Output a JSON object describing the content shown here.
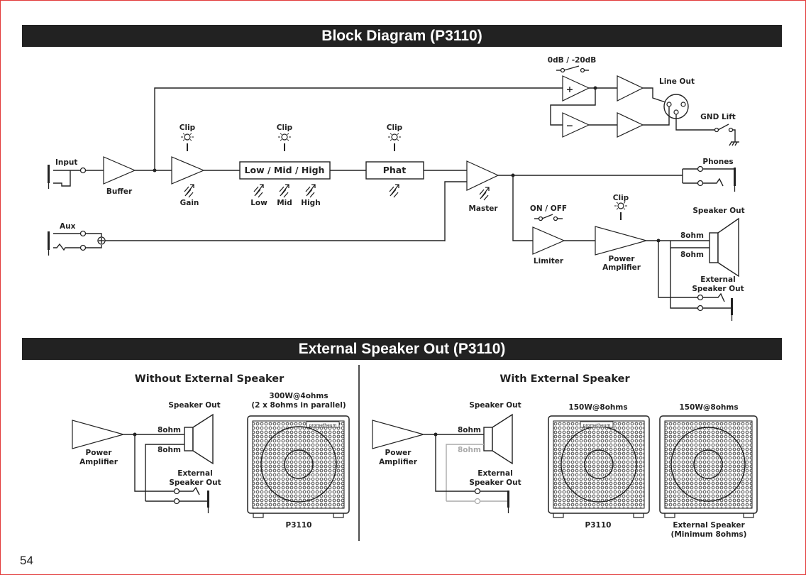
{
  "page_number": "54",
  "banner_top": "Block Diagram (P3110)",
  "banner_bottom": "External Speaker Out (P3110)",
  "block_diagram": {
    "input": "Input",
    "buffer": "Buffer",
    "clip": "Clip",
    "gain": "Gain",
    "eq_block": "Low / Mid / High",
    "eq_low": "Low",
    "eq_mid": "Mid",
    "eq_high": "High",
    "phat": "Phat",
    "master": "Master",
    "aux": "Aux",
    "pad_switch": "0dB / -20dB",
    "line_out": "Line Out",
    "gnd_lift": "GND Lift",
    "phones": "Phones",
    "on_off": "ON / OFF",
    "limiter": "Limiter",
    "power_amp_1": "Power",
    "power_amp_2": "Amplifier",
    "speaker_out": "Speaker Out",
    "ohm_8": "8ohm",
    "ext_speaker_1": "External",
    "ext_speaker_2": "Speaker Out",
    "plus": "+",
    "minus": "−"
  },
  "ext_speaker": {
    "without_title": "Without External Speaker",
    "with_title": "With External Speaker",
    "spec_left_1": "300W@4ohms",
    "spec_left_2": "(2 x 8ohms in parallel)",
    "spec_mid": "150W@8ohms",
    "spec_right": "150W@8ohms",
    "cab_label": "P3110",
    "ext_cab_label_1": "External Speaker",
    "ext_cab_label_2": "(Minimum 8ohms)",
    "brand": "prometheum"
  },
  "colors": {
    "banner_bg": "#222222",
    "frame": "#e23a3a",
    "disabled_wire": "#aaaaaa"
  }
}
